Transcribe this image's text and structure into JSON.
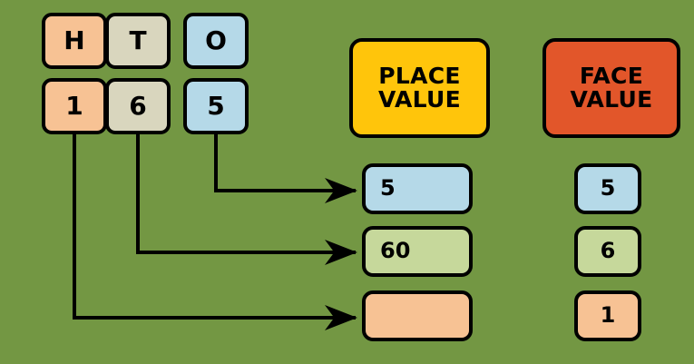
{
  "background_color": "#739743",
  "outline_color": "#000000",
  "palette": {
    "hundreds_orange": "#F7C294",
    "tens_beige": "#D9D6BE",
    "ones_blue": "#B5D9E8",
    "place_header_yellow": "#FFC50B",
    "face_header_red": "#E2562A",
    "tens_result_green": "#C6D89B"
  },
  "place_value_chart": {
    "columns": [
      {
        "letter": "H",
        "digit": "1",
        "color_key": "hundreds_orange"
      },
      {
        "letter": "T",
        "digit": "6",
        "color_key": "tens_beige"
      },
      {
        "letter": "O",
        "digit": "5",
        "color_key": "ones_blue"
      }
    ]
  },
  "headers": {
    "place_value": "PLACE\nVALUE",
    "face_value": "FACE\nVALUE"
  },
  "place_value_results": [
    {
      "label": "5",
      "color_key": "ones_blue",
      "source_digit": "5"
    },
    {
      "label": "60",
      "color_key": "tens_result_green",
      "source_digit": "6"
    },
    {
      "label": "",
      "color_key": "hundreds_orange",
      "source_digit": "1"
    }
  ],
  "face_value_results": [
    {
      "label": "5",
      "color_key": "ones_blue"
    },
    {
      "label": "6",
      "color_key": "tens_result_green"
    },
    {
      "label": "1",
      "color_key": "hundreds_orange"
    }
  ],
  "connectors": [
    {
      "name": "ones-connector",
      "from_digit": "5",
      "to": "place-value-result-0"
    },
    {
      "name": "tens-connector",
      "from_digit": "6",
      "to": "place-value-result-1"
    },
    {
      "name": "hundreds-connector",
      "from_digit": "1",
      "to": "place-value-result-2"
    }
  ]
}
